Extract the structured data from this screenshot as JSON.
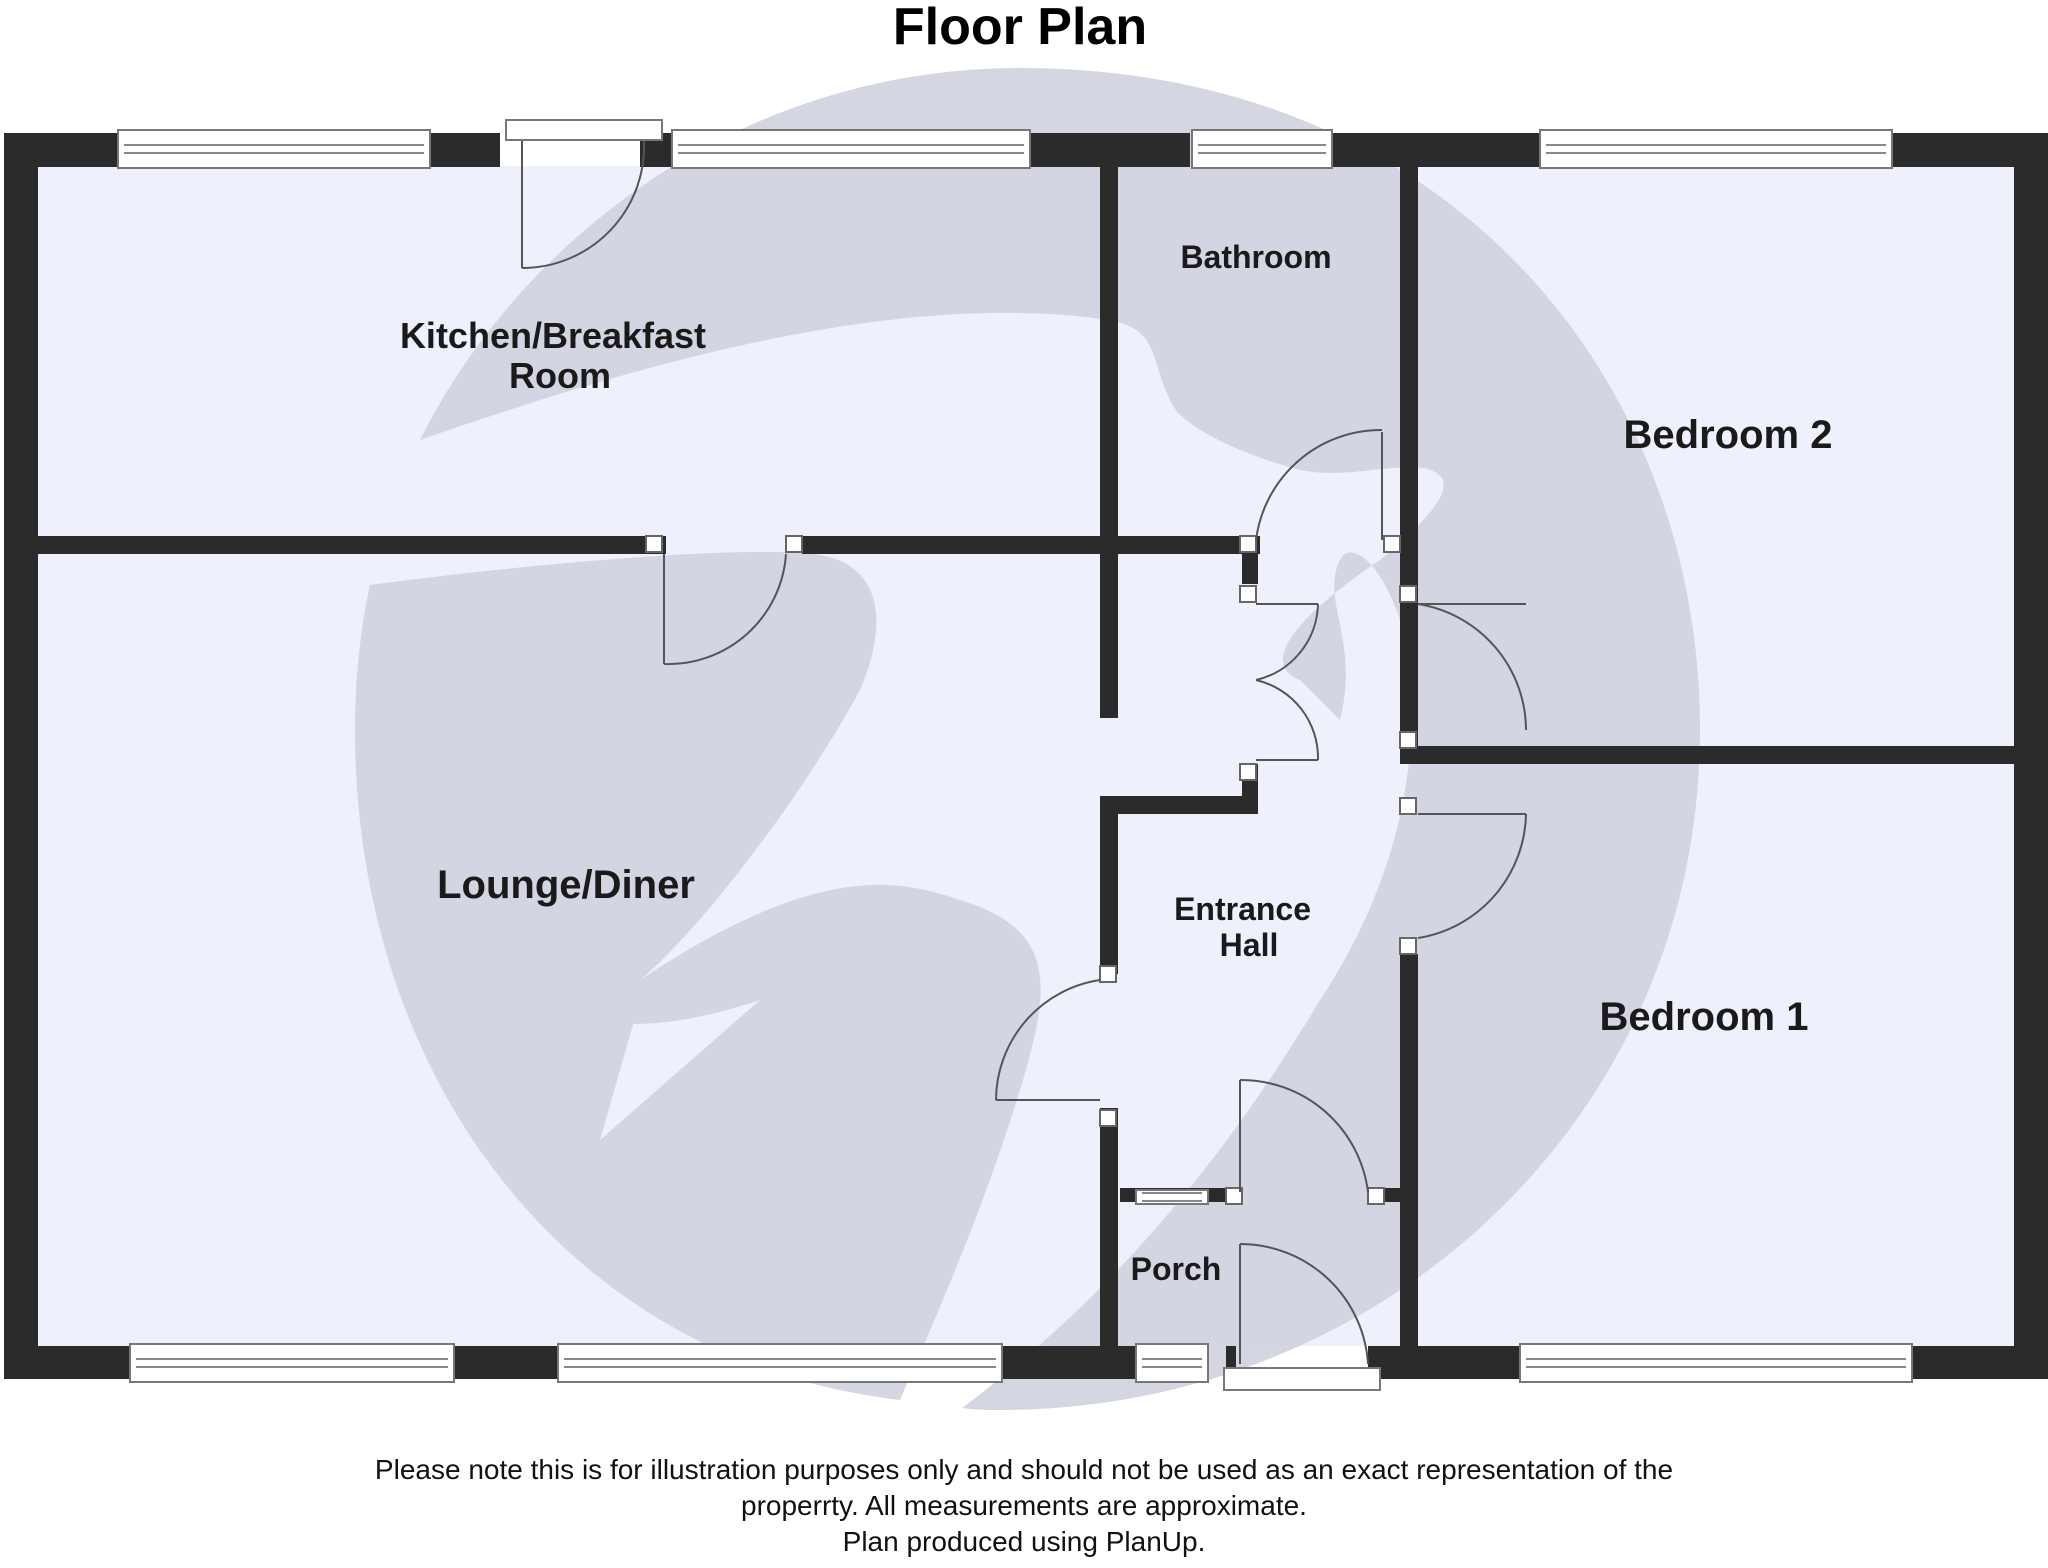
{
  "title": "Floor Plan",
  "rooms": {
    "kitchen": [
      "Kitchen/Breakfast",
      "Room"
    ],
    "bathroom": [
      "Bathroom"
    ],
    "bedroom2": [
      "Bedroom 2"
    ],
    "lounge": [
      "Lounge/Diner"
    ],
    "entrance_hall": [
      "Entrance",
      "Hall"
    ],
    "bedroom1": [
      "Bedroom 1"
    ],
    "porch": [
      "Porch"
    ]
  },
  "disclaimer": {
    "line1": "Please note this is for illustration purposes only and should not be used as an exact representation of the",
    "line2": "properrty. All measurements are approximate.",
    "line3": "Plan produced using PlanUp."
  },
  "colors": {
    "floor": "#eef0fb",
    "wall": "#2b2b2b",
    "watermark": "#cfd1df",
    "door_line": "#555555"
  }
}
